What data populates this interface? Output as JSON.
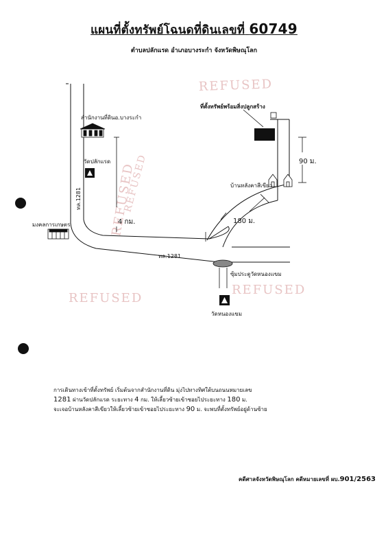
{
  "header": {
    "title": "แผนที่ตั้งทรัพย์โฉนดที่ดินเลขที่",
    "title_number": "60749",
    "subtitle": "ตำบลปลักแรด อำเภอบางระกำ จังหวัดพิษณุโลก"
  },
  "map": {
    "labels": {
      "land_office": "สำนักงานที่ดินอ.บางระกำ",
      "wat_plak_raet": "วัดปลักแรด",
      "road_vertical": "ทล.1281",
      "road_horizontal": "ทล.1281",
      "mongkhon": "มงคลการเกษตร",
      "distance_4km": "4 กม.",
      "distance_180m": "180 ม.",
      "distance_90m": "90 ม.",
      "property": "ที่ตั้งทรัพย์พร้อมสิ่งปลูกสร้าง",
      "townhouse": "บ้านหลังคาสีเขียว",
      "wat_gate": "ซุ้มประตูวัดหนองแขม",
      "wat_nong_khaem": "วัดหนองแขม"
    },
    "watermarks": [
      "REFUSED",
      "REFUSED",
      "REFUSED",
      "REFUSED",
      "REFUSED"
    ],
    "colors": {
      "ink": "#111111",
      "property_block": "#111111",
      "gate": "#888888",
      "watermark": "#e8c4c4"
    }
  },
  "directions": {
    "line1": "การเดินทางเข้าที่ตั้งทรัพย์ เริ่มต้นจากสำนักงานที่ดิน มุ่งไปทางทิศใต้บนถนนหมายเลข",
    "line2_a": "1281",
    "line2_b": " ผ่านวัดปลักแรด ระยะทาง ",
    "line2_c": "4",
    "line2_d": " กม. ให้เลี้ยวซ้ายเข้าซอยไประยะทาง ",
    "line2_e": "180",
    "line2_f": " ม.",
    "line3_a": "จะเจอบ้านหลังคาสีเขียวให้เลี้ยวซ้ายเข้าซอยไประยะทาง ",
    "line3_b": "90",
    "line3_c": " ม. จะพบที่ตั้งทรัพย์อยู่ด้านซ้าย"
  },
  "footer": {
    "text": "คดีศาลจังหวัดพิษณุโลก คดีหมายเลขที่ ผบ.",
    "case_no": "901/2563"
  }
}
